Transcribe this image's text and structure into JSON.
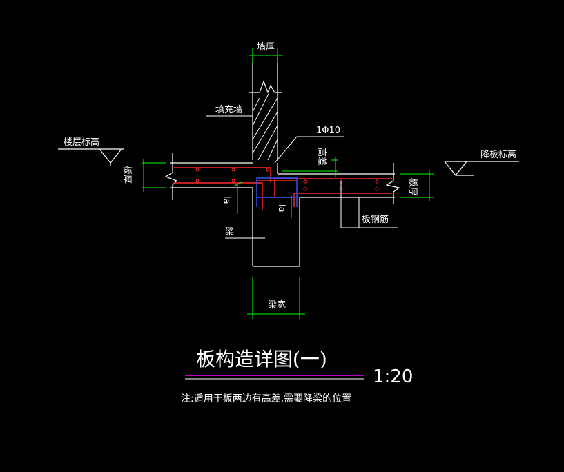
{
  "labels": {
    "wall_thickness": "墙厚",
    "infill_wall": "填充墙",
    "rebar_spec": "1Φ10",
    "height_diff": "高差",
    "floor_elevation": "楼层标高",
    "lowered_slab_elevation": "降板标高",
    "slab_thickness_left": "板厚",
    "slab_thickness_right": "板厚",
    "anchorage_left": "la",
    "anchorage_right": "la",
    "beam": "梁",
    "slab_rebar": "板钢筋",
    "beam_width": "梁宽"
  },
  "title": {
    "text": "板构造详图(一)",
    "scale": "1:20"
  },
  "note": "注:适用于板两边有高差,需要降梁的位置",
  "colors": {
    "background": "#000000",
    "outline": "#ffffff",
    "rebar": "#ff2a2a",
    "dimension": "#00ff00",
    "stirrup": "#3355ff",
    "title_line": "#ff00ff"
  }
}
